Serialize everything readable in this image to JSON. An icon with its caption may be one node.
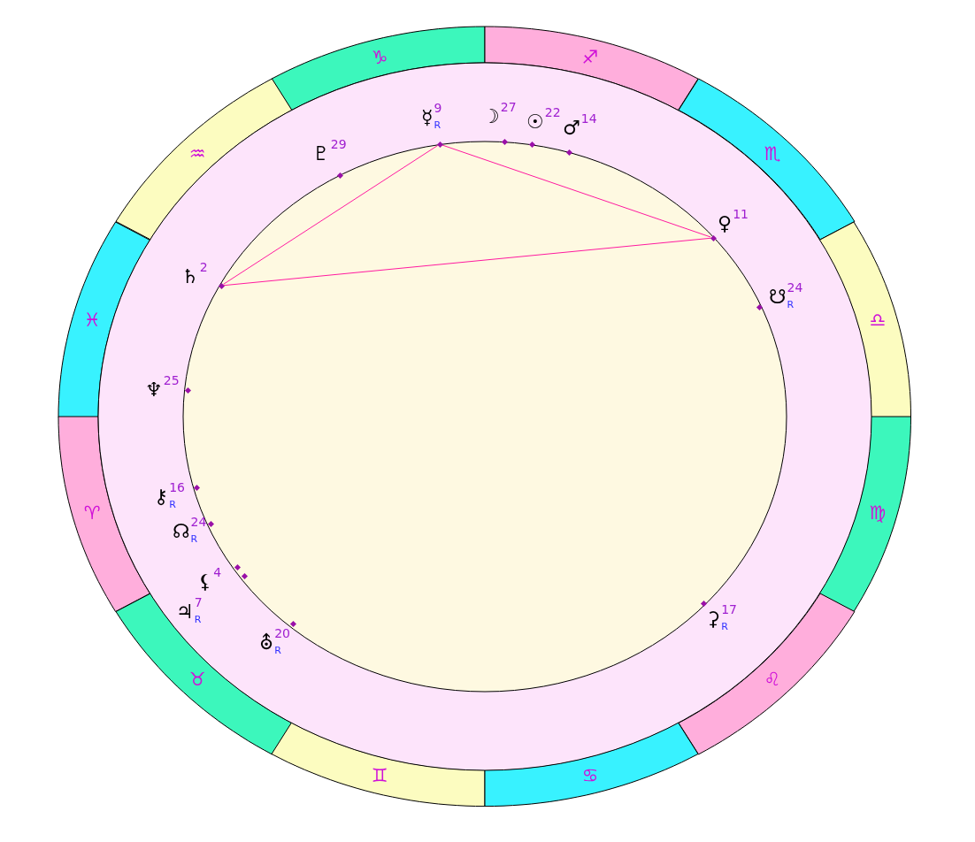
{
  "diagram": {
    "nodes": [
      {
        "text": [
          "♑"
        ]
      },
      {
        "text": [
          "♐"
        ]
      },
      {
        "text": [
          "♒"
        ]
      },
      {
        "text": [
          "♏"
        ]
      },
      {
        "text": [
          "♓"
        ]
      },
      {
        "text": [
          "♎"
        ]
      },
      {
        "text": [
          "♈"
        ]
      },
      {
        "text": [
          "♍"
        ]
      },
      {
        "text": [
          "♉"
        ]
      },
      {
        "text": [
          "♌"
        ]
      },
      {
        "text": [
          "♊"
        ]
      },
      {
        "text": [
          "♋"
        ]
      },
      {
        "text": [
          "♇",
          "29"
        ]
      },
      {
        "text": [
          "☿",
          "9",
          "R"
        ]
      },
      {
        "text": [
          "☽",
          "27"
        ]
      },
      {
        "text": [
          "☉",
          "22"
        ]
      },
      {
        "text": [
          "♂",
          "14"
        ]
      },
      {
        "text": [
          "♀",
          "11"
        ]
      },
      {
        "text": [
          "☋",
          "24",
          "R"
        ]
      },
      {
        "text": [
          "♄",
          "2"
        ]
      },
      {
        "text": [
          "♆",
          "25"
        ]
      },
      {
        "text": [
          "⚷",
          "16",
          "R"
        ]
      },
      {
        "text": [
          "☊",
          "24",
          "R"
        ]
      },
      {
        "text": [
          "⚸",
          "4"
        ]
      },
      {
        "text": [
          "♃",
          "7",
          "R"
        ]
      },
      {
        "text": [
          "⛢",
          "20",
          "R"
        ]
      },
      {
        "text": [
          "⚳",
          "17",
          "R"
        ]
      },
      {
        "text": [],
        "shape": "diamond"
      },
      {
        "text": [],
        "shape": "diamond"
      },
      {
        "text": [],
        "shape": "diamond"
      }
    ],
    "edges": [
      {
        "from": 27,
        "to": 28,
        "arrow": "none"
      },
      {
        "from": 27,
        "to": 29,
        "arrow": "none"
      },
      {
        "from": 29,
        "to": 28,
        "arrow": "none"
      }
    ]
  }
}
